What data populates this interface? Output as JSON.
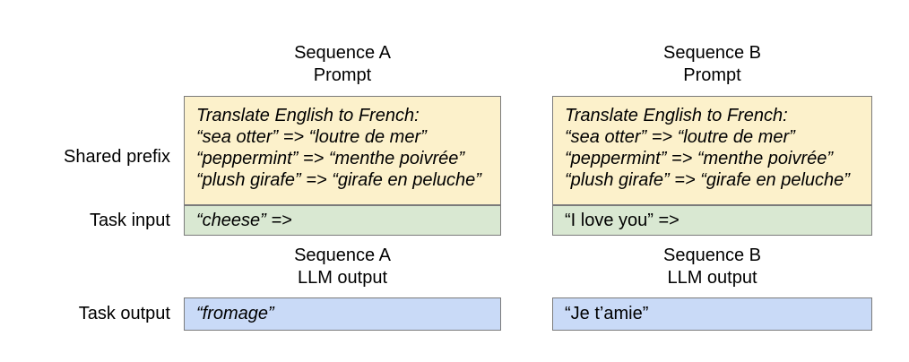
{
  "colors": {
    "background": "#ffffff",
    "text": "#000000",
    "box_border": "#7b7b7b",
    "prefix_bg": "#fcf1cb",
    "input_bg": "#d9e8d2",
    "output_bg": "#c9daf7"
  },
  "row_labels": {
    "shared_prefix": "Shared prefix",
    "task_input": "Task input",
    "task_output": "Task output"
  },
  "sequence_a": {
    "prompt_header": {
      "line1": "Sequence A",
      "line2": "Prompt"
    },
    "output_header": {
      "line1": "Sequence A",
      "line2": "LLM output"
    },
    "shared_prefix_lines": [
      "Translate English to French:",
      "“sea otter” => “loutre de mer”",
      "“peppermint” => “menthe poivrée”",
      "“plush girafe” => “girafe en peluche”"
    ],
    "task_input": "“cheese” =>",
    "llm_output": "“fromage”"
  },
  "sequence_b": {
    "prompt_header": {
      "line1": "Sequence B",
      "line2": "Prompt"
    },
    "output_header": {
      "line1": "Sequence B",
      "line2": "LLM output"
    },
    "shared_prefix_lines": [
      "Translate English to French:",
      "“sea otter” => “loutre de mer”",
      "“peppermint” => “menthe poivrée”",
      "“plush girafe” => “girafe en peluche”"
    ],
    "task_input": "“I love you” =>",
    "llm_output": "“Je t’amie”"
  }
}
